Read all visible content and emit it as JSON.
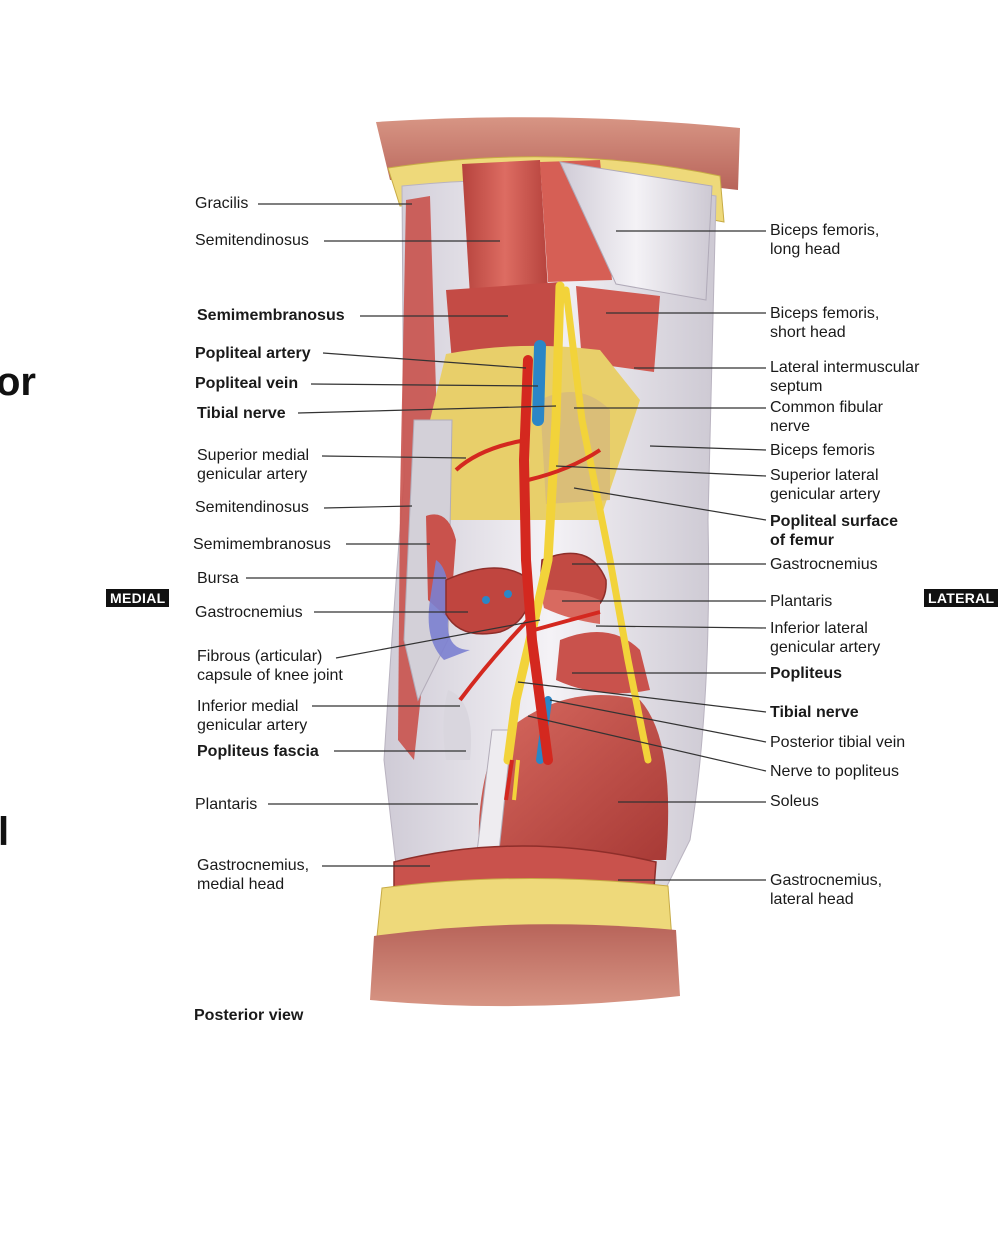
{
  "edge_fragments": {
    "top": "or",
    "bottom": "l"
  },
  "side_tags": {
    "medial": "MEDIAL",
    "lateral": "LATERAL"
  },
  "caption": "Posterior view",
  "labels_left": [
    {
      "lines": [
        "Gracilis"
      ],
      "bold": false
    },
    {
      "lines": [
        "Semitendinosus"
      ],
      "bold": false
    },
    {
      "lines": [
        "Semimembranosus"
      ],
      "bold": true
    },
    {
      "lines": [
        "Popliteal artery"
      ],
      "bold": true
    },
    {
      "lines": [
        "Popliteal vein"
      ],
      "bold": true
    },
    {
      "lines": [
        "Tibial nerve"
      ],
      "bold": true
    },
    {
      "lines": [
        "Superior medial",
        "genicular artery"
      ],
      "bold": false
    },
    {
      "lines": [
        "Semitendinosus"
      ],
      "bold": false
    },
    {
      "lines": [
        "Semimembranosus"
      ],
      "bold": false
    },
    {
      "lines": [
        "Bursa"
      ],
      "bold": false
    },
    {
      "lines": [
        "Gastrocnemius"
      ],
      "bold": false
    },
    {
      "lines": [
        "Fibrous (articular)",
        "capsule of knee joint"
      ],
      "bold": false
    },
    {
      "lines": [
        "Inferior medial",
        "genicular artery"
      ],
      "bold": false
    },
    {
      "lines": [
        "Popliteus fascia"
      ],
      "bold": true
    },
    {
      "lines": [
        "Plantaris"
      ],
      "bold": false
    },
    {
      "lines": [
        "Gastrocnemius,",
        "medial head"
      ],
      "bold": false
    }
  ],
  "labels_right": [
    {
      "lines": [
        "Biceps femoris,",
        "long head"
      ],
      "bold": false
    },
    {
      "lines": [
        "Biceps femoris,",
        "short head"
      ],
      "bold": false
    },
    {
      "lines": [
        "Lateral intermuscular",
        "septum"
      ],
      "bold": false
    },
    {
      "lines": [
        "Common fibular",
        "nerve"
      ],
      "bold": false
    },
    {
      "lines": [
        "Biceps femoris"
      ],
      "bold": false
    },
    {
      "lines": [
        "Superior lateral",
        "genicular artery"
      ],
      "bold": false
    },
    {
      "lines": [
        "Popliteal surface",
        "of femur"
      ],
      "bold": true
    },
    {
      "lines": [
        "Gastrocnemius"
      ],
      "bold": false
    },
    {
      "lines": [
        "Plantaris"
      ],
      "bold": false
    },
    {
      "lines": [
        "Inferior lateral",
        "genicular artery"
      ],
      "bold": false
    },
    {
      "lines": [
        "Popliteus"
      ],
      "bold": true
    },
    {
      "lines": [
        "Tibial nerve"
      ],
      "bold": true
    },
    {
      "lines": [
        "Posterior tibial vein"
      ],
      "bold": false
    },
    {
      "lines": [
        "Nerve to popliteus"
      ],
      "bold": false
    },
    {
      "lines": [
        "Soleus"
      ],
      "bold": false
    },
    {
      "lines": [
        "Gastrocnemius,",
        "lateral head"
      ],
      "bold": false
    }
  ],
  "colors": {
    "muscle": "#c9524c",
    "muscle_dark": "#a83a36",
    "tendon": "#e6e4ea",
    "fat": "#eed97a",
    "artery": "#d4281f",
    "vein": "#2b86c6",
    "nerve": "#f2d33a",
    "skin": "#c97a6a",
    "bursa": "#7b7fd0"
  }
}
